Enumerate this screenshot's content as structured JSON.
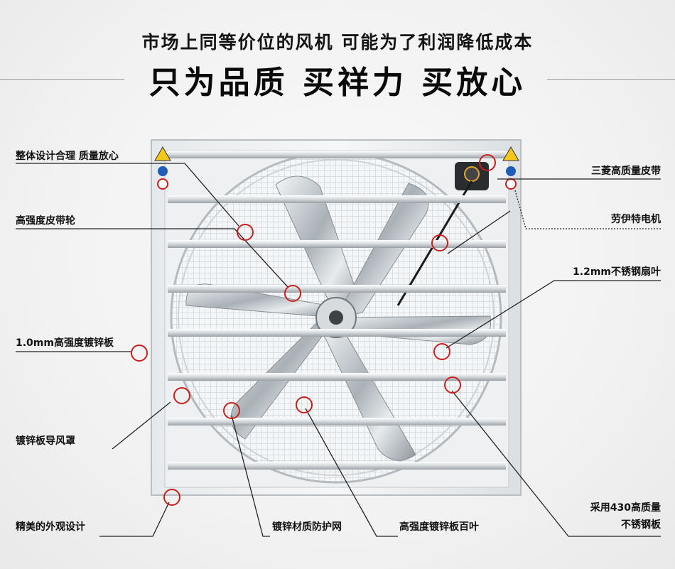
{
  "headline": {
    "line1": "市场上同等价位的风机  可能为了利润降低成本",
    "line2": "只为品质   买祥力 买放心"
  },
  "callouts": {
    "left": [
      "整体设计合理 质量放心",
      "高强度皮带轮",
      "1.0mm高强度镀锌板",
      "镀锌板导风罩",
      "精美的外观设计"
    ],
    "right": [
      "三菱高质量皮带",
      "劳伊特电机",
      "1.2mm不锈钢扇叶",
      "采用430高质量",
      "不锈钢板"
    ],
    "bottom": [
      "镀锌材质防护网",
      "高强度镀锌板百叶"
    ]
  },
  "colors": {
    "marker": "#c8201c",
    "leader": "#222222",
    "frame": "#d9dde0",
    "blade": "#b8bfc4"
  }
}
